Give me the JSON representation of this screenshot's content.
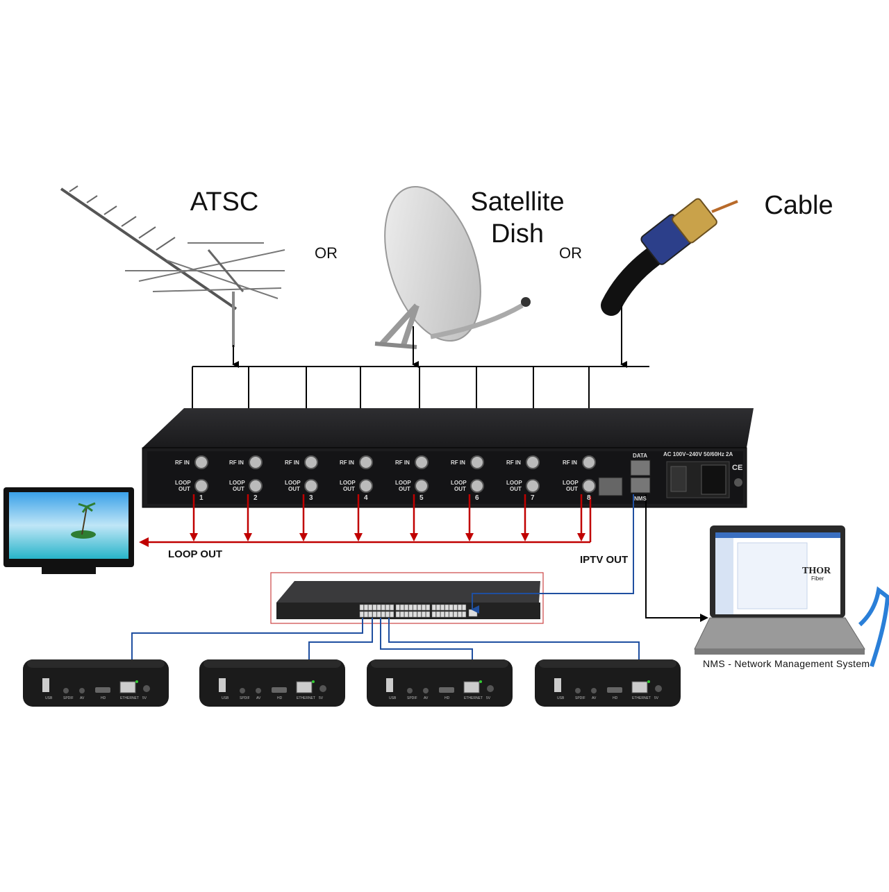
{
  "sources": {
    "atsc": "ATSC",
    "satellite_line1": "Satellite",
    "satellite_line2": "Dish",
    "cable": "Cable",
    "or_1": "OR",
    "or_2": "OR"
  },
  "device": {
    "rf_in_label": "RF IN",
    "loop_out_label_1": "LOOP",
    "loop_out_label_2": "OUT",
    "ports": [
      "1",
      "2",
      "3",
      "4",
      "5",
      "6",
      "7",
      "8"
    ],
    "data_label": "DATA",
    "nms_label": "NMS",
    "power_label": "AC 100V~240V 50/60Hz 2A",
    "ce_mark": "CE"
  },
  "outputs": {
    "loop_out": "LOOP OUT",
    "iptv_out": "IPTV OUT",
    "nms_caption": "NMS - Network Management System"
  },
  "stb": {
    "usb": "USB",
    "spdif": "SPDIF",
    "av": "AV",
    "hd": "HD",
    "ethernet": "ETHERNET",
    "dc": "5V"
  },
  "laptop_brand": "THOR",
  "laptop_brand_sub": "Fiber",
  "colors": {
    "loop_line": "#c00000",
    "iptv_line": "#1f4fa0",
    "rf_line": "#000000",
    "device_body": "#1c1c1e"
  }
}
